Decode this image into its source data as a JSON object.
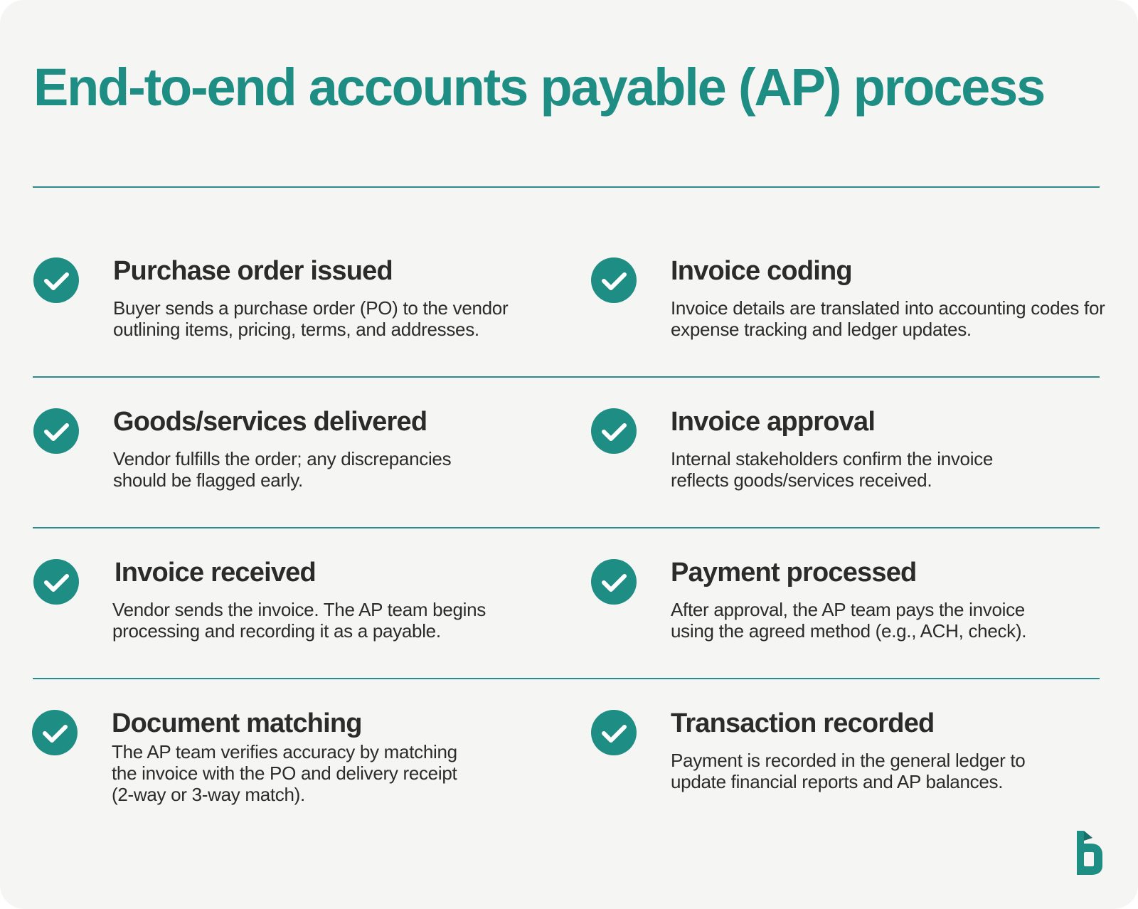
{
  "title": "End-to-end accounts payable (AP) process",
  "accent_color": "#1e8d84",
  "check_icon": "check-circle-icon",
  "logo_icon": "bill-logo-icon",
  "steps": [
    {
      "title": "Purchase order issued",
      "description": "Buyer sends a purchase order (PO) to the vendor outlining items, pricing, terms, and addresses."
    },
    {
      "title": "Invoice coding",
      "description": "Invoice details are translated into accounting codes for expense tracking and ledger updates."
    },
    {
      "title": "Goods/services delivered",
      "description": "Vendor fulfills the order; any discrepancies should be flagged early."
    },
    {
      "title": "Invoice approval",
      "description": "Internal stakeholders confirm the invoice reflects goods/services received."
    },
    {
      "title": "Invoice received",
      "description": "Vendor sends the invoice. The AP team begins processing and recording it as a payable."
    },
    {
      "title": "Payment processed",
      "description": "After approval, the AP team pays the invoice using the agreed method (e.g., ACH, check)."
    },
    {
      "title": "Document matching",
      "description": "The AP team verifies accuracy by matching the invoice with the PO and delivery receipt (2-way or 3-way match)."
    },
    {
      "title": "Transaction recorded",
      "description": "Payment is recorded in the general ledger to update financial reports and AP balances."
    }
  ]
}
